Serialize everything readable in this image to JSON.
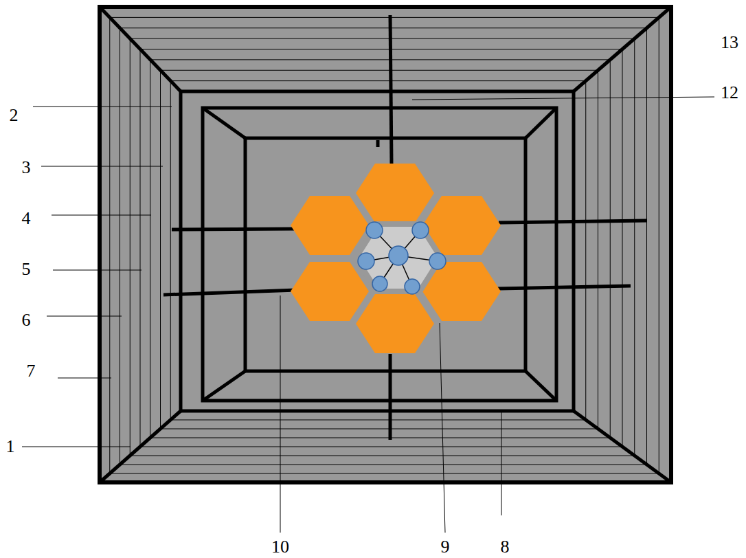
{
  "diagram": {
    "labels": [
      "13",
      "12",
      "2",
      "3",
      "4",
      "5",
      "6",
      "7",
      "1",
      "10",
      "9",
      "8"
    ]
  }
}
